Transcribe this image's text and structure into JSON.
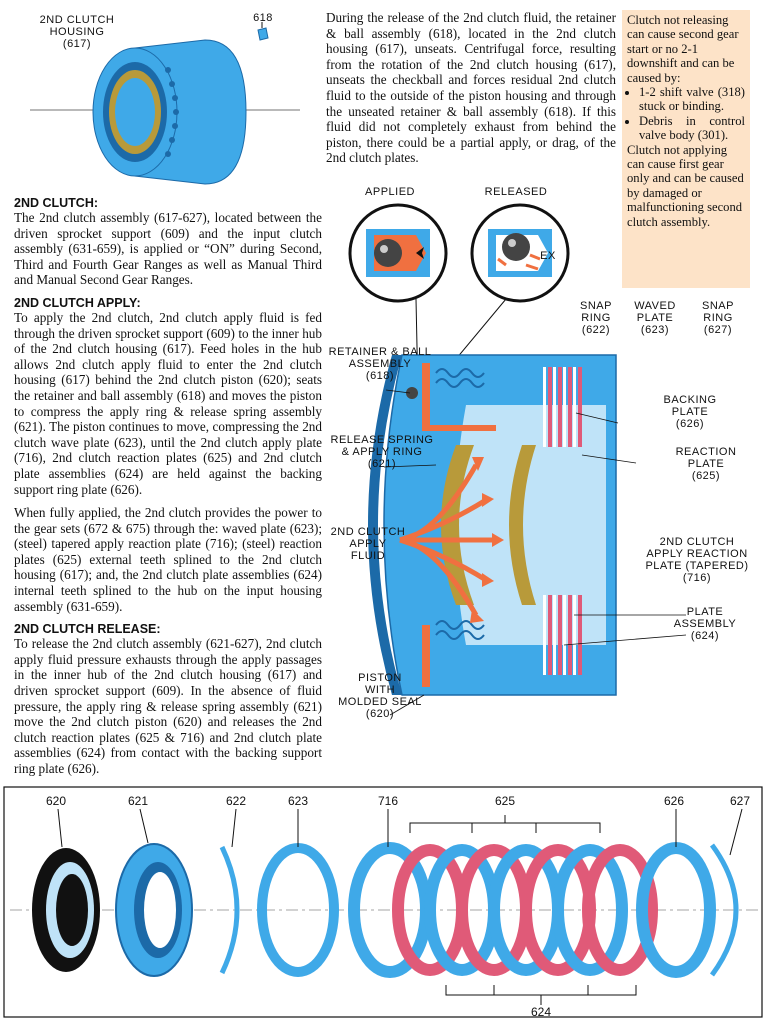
{
  "top_labels": {
    "housing": [
      "2ND CLUTCH",
      "HOUSING",
      "(617)"
    ],
    "part_618": "618"
  },
  "right_paragraph": "During the release of the 2nd clutch fluid, the retainer & ball assembly (618), located in the 2nd clutch housing (617), unseats. Centrifugal force, resulting from the rotation of the 2nd clutch housing (617), unseats the checkball and forces residual 2nd clutch fluid to the outside of the piston housing and through the unseated retainer & ball assembly (618). If this fluid did not completely exhaust from behind the piston, there could be a partial apply, or drag, of the 2nd clutch plates.",
  "note": {
    "intro1": "Clutch not releasing can cause second gear start or no 2-1 downshift and can be caused by:",
    "bullets": [
      "1-2 shift valve (318) stuck or binding.",
      "Debris in control valve body (301)."
    ],
    "intro2": "Clutch not applying can cause first gear only and can be caused by damaged or malfunctioning second clutch assembly."
  },
  "sections": {
    "clutch_heading": "2ND CLUTCH:",
    "clutch_text": "The 2nd clutch assembly (617-627), located between the driven sprocket support (609) and the input clutch assembly (631-659), is applied or “ON” during Second, Third and Fourth Gear Ranges as well as Manual Third and Manual Second Gear Ranges.",
    "apply_heading": "2ND CLUTCH APPLY:",
    "apply_text1": "To apply the 2nd clutch, 2nd clutch apply fluid is fed through the driven sprocket support (609) to the inner hub of the 2nd clutch housing (617). Feed holes in the hub allows 2nd clutch apply fluid to enter the 2nd clutch housing (617) behind the 2nd clutch piston (620); seats the retainer and ball assembly (618) and moves the piston to compress the apply ring & release spring assembly (621). The piston continues to move, compressing the 2nd clutch wave plate (623), until the 2nd clutch apply plate (716), 2nd clutch reaction plates (625) and 2nd clutch plate assemblies (624) are held against the backing support ring plate (626).",
    "apply_text2": "When fully applied, the 2nd clutch provides the power to the gear sets (672 & 675) through the: waved plate (623); (steel) tapered apply reaction plate (716); (steel) reaction plates (625) external teeth splined to the 2nd clutch housing (617); and, the 2nd clutch plate assemblies (624) internal teeth splined to the hub on the input housing assembly (631-659).",
    "release_heading": "2ND CLUTCH RELEASE:",
    "release_text": "To release the 2nd clutch assembly (621-627), 2nd clutch apply fluid pressure exhausts through the apply passages in the inner hub of the 2nd clutch housing (617) and driven sprocket support (609). In the absence of fluid pressure, the apply ring & release spring assembly (621) move the 2nd clutch piston (620) and releases the 2nd clutch reaction plates (625 & 716) and 2nd clutch plate assemblies (624) from contact with the backing support ring plate (626)."
  },
  "diagram_labels": {
    "applied": "APPLIED",
    "released": "RELEASED",
    "ex": "EX",
    "snap_ring_622": [
      "SNAP",
      "RING",
      "(622)"
    ],
    "waved_plate": [
      "WAVED",
      "PLATE",
      "(623)"
    ],
    "snap_ring_627": [
      "SNAP",
      "RING",
      "(627)"
    ],
    "retainer": [
      "RETAINER & BALL",
      "ASSEMBLY",
      "(618)"
    ],
    "backing": [
      "BACKING",
      "PLATE",
      "(626)"
    ],
    "release_spring": [
      "RELEASE SPRING",
      "& APPLY RING",
      "(621)"
    ],
    "reaction": [
      "REACTION",
      "PLATE",
      "(625)"
    ],
    "apply_fluid": [
      "2ND CLUTCH",
      "APPLY",
      "FLUID"
    ],
    "apply_reaction": [
      "2ND CLUTCH",
      "APPLY REACTION",
      "PLATE (TAPERED)",
      "(716)"
    ],
    "plate_assembly": [
      "PLATE",
      "ASSEMBLY",
      "(624)"
    ],
    "piston": [
      "PISTON",
      "WITH",
      "MOLDED SEAL",
      "(620)"
    ]
  },
  "exploded_parts": [
    "620",
    "621",
    "622",
    "623",
    "716",
    "625",
    "626",
    "627",
    "624"
  ],
  "colors": {
    "blue": "#3fa9e8",
    "dark_blue": "#1c6aa8",
    "orange": "#f07040",
    "pink": "#e05a78",
    "gold": "#b89a3a",
    "note_bg": "#fde3c8"
  }
}
